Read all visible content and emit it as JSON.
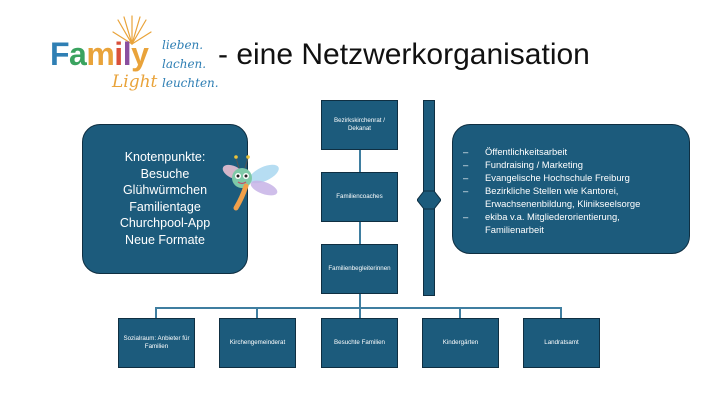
{
  "logo": {
    "word_letters": [
      {
        "ch": "F",
        "color": "#2f7fb4"
      },
      {
        "ch": "a",
        "color": "#3aa35f"
      },
      {
        "ch": "m",
        "color": "#e9a33a"
      },
      {
        "ch": "i",
        "color": "#d9503a"
      },
      {
        "ch": "l",
        "color": "#8a4fa0"
      },
      {
        "ch": "y",
        "color": "#e9a33a"
      }
    ],
    "sub": "Light",
    "tagline": [
      "lieben.",
      "lachen.",
      "leuchten."
    ]
  },
  "title": "- eine Netzwerkorganisation",
  "knoten": {
    "heading": "Knotenpunkte:",
    "items": [
      "Besuche",
      "Glühwürmchen",
      "Familientage",
      "Churchpool-App",
      "Neue Formate"
    ]
  },
  "center_nodes": [
    "Bezirkskirchenrat / Dekanat",
    "Familiencoaches",
    "Familienbegleiterinnen"
  ],
  "bottom_nodes": [
    "Sozialraum: Anbieter für Familien",
    "Kirchengemeinderat",
    "Besuchte Familien",
    "Kindergärten",
    "Landratsamt"
  ],
  "right_list": [
    "Öffentlichkeitsarbeit",
    "Fundraising / Marketing",
    "Evangelische Hochschule Freiburg",
    "Bezirkliche Stellen wie Kantorei, Erwachsenenbildung, Klinikseelsorge",
    "ekiba v.a. Mitgliederorientierung, Familienarbeit"
  ],
  "colors": {
    "node": "#1c5b7c",
    "border": "#0f2f42",
    "line": "#3f7ea0"
  }
}
